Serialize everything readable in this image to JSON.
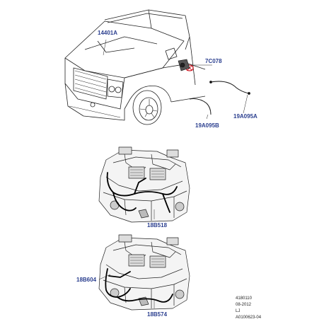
{
  "callouts": {
    "c14401a": "14401A",
    "c7c078": "7C078",
    "c19a095b": "19A095B",
    "c19a095a": "19A095A",
    "c18b518": "18B518",
    "c18b604": "18B604",
    "c18b574": "18B574"
  },
  "footer": {
    "line1": "4180110",
    "line2": "08-2012",
    "line3": "LJ",
    "line4": "A0100623-04"
  },
  "colors": {
    "callout_text": "#2b3f8f",
    "highlight": "#d0202a",
    "line_art": "#222222"
  }
}
